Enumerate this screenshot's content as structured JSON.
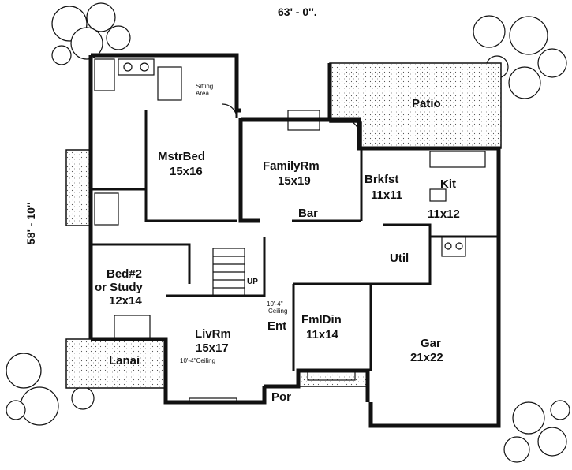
{
  "dimensions": {
    "width": "63' - 0''.",
    "depth": "58' - 10''"
  },
  "rooms": {
    "master_bed": {
      "name": "MstrBed",
      "size": "15x16"
    },
    "sitting": {
      "name": "Sitting",
      "sub": "Area"
    },
    "family": {
      "name": "FamilyRm",
      "size": "15x19"
    },
    "patio": {
      "name": "Patio"
    },
    "breakfast": {
      "name": "Brkfst",
      "size": "11x11"
    },
    "kitchen": {
      "name": "Kit",
      "size": "11x12"
    },
    "bar": {
      "name": "Bar"
    },
    "util": {
      "name": "Util"
    },
    "bed2": {
      "name": "Bed#2",
      "alt": "or Study",
      "size": "12x14"
    },
    "up": {
      "name": "UP"
    },
    "living": {
      "name": "LivRm",
      "size": "15x17",
      "ceiling": "10'-4''Ceiling"
    },
    "entry": {
      "name": "Ent",
      "ceiling_top": "10'-4''",
      "ceiling_bottom": "Ceiling"
    },
    "family_dining": {
      "name": "FmlDin",
      "size": "11x14"
    },
    "garage": {
      "name": "Gar",
      "size": "21x22"
    },
    "lanai": {
      "name": "Lanai"
    },
    "porch": {
      "name": "Por"
    }
  }
}
